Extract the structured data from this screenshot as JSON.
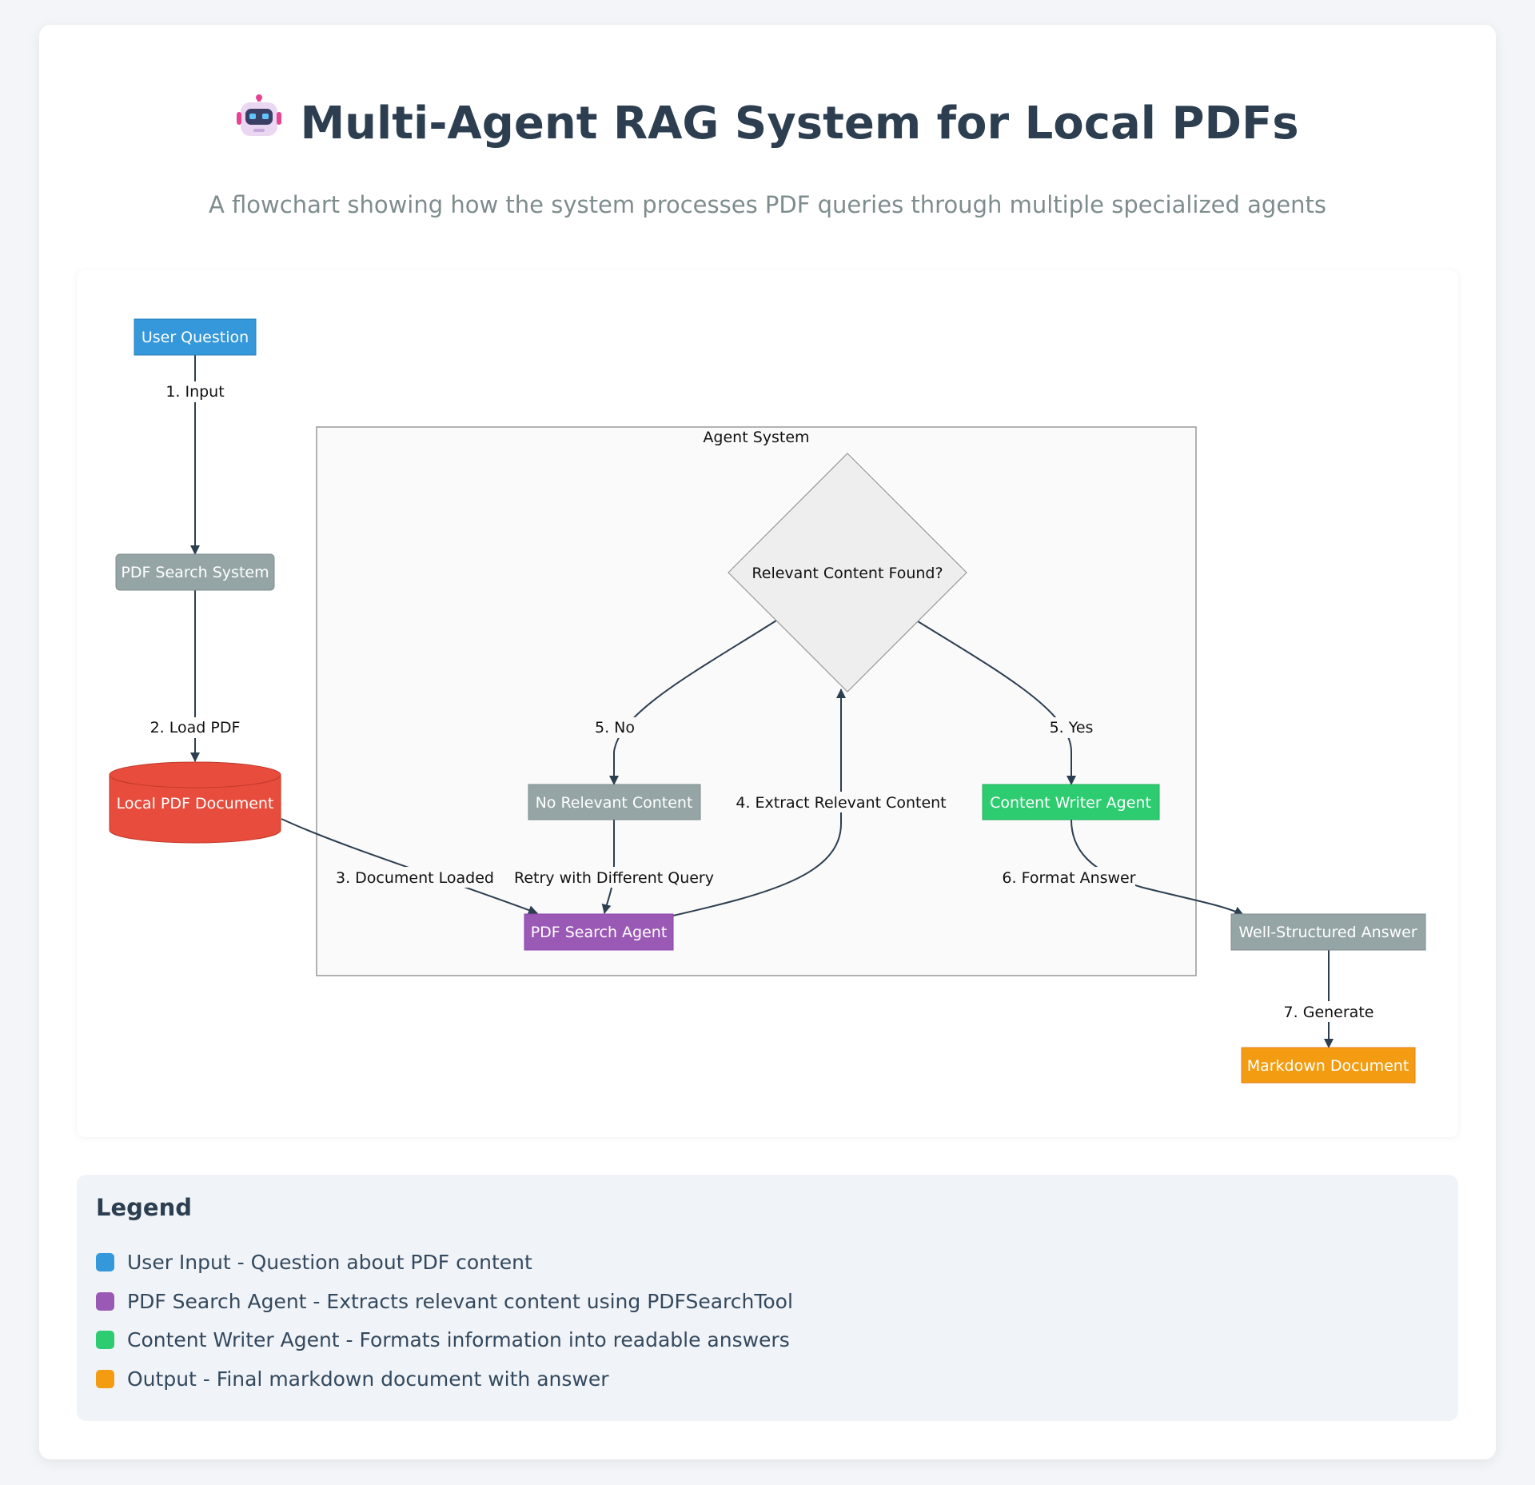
{
  "header": {
    "title": "Multi-Agent RAG System for Local PDFs",
    "subtitle": "A flowchart showing how the system processes PDF queries through multiple specialized agents",
    "icon": "robot-icon"
  },
  "diagram": {
    "subgraph_label": "Agent System",
    "nodes": {
      "user_question": "User Question",
      "pdf_search_system": "PDF Search System",
      "local_pdf": "Local PDF Document",
      "decision": "Relevant Content Found?",
      "no_relevant": "No Relevant Content",
      "content_writer": "Content Writer Agent",
      "pdf_search_agent": "PDF Search Agent",
      "well_structured": "Well-Structured Answer",
      "markdown_doc": "Markdown Document"
    },
    "edges": {
      "input": "1. Input",
      "load_pdf": "2. Load PDF",
      "doc_loaded": "3. Document Loaded",
      "extract": "4. Extract Relevant Content",
      "no": "5. No",
      "yes": "5. Yes",
      "retry": "Retry with Different Query",
      "format": "6. Format Answer",
      "generate": "7. Generate"
    },
    "colors": {
      "user": "#3498db",
      "system": "#95a5a6",
      "pdf_doc": "#e74c3c",
      "search_agent": "#9b59b6",
      "writer_agent": "#2ecc71",
      "output": "#f39c12",
      "decision": "#eeeeee",
      "edge": "#2c3e50"
    }
  },
  "legend": {
    "title": "Legend",
    "items": [
      {
        "text": "User Input - Question about PDF content",
        "color": "#3498db"
      },
      {
        "text": "PDF Search Agent - Extracts relevant content using PDFSearchTool",
        "color": "#9b59b6"
      },
      {
        "text": "Content Writer Agent - Formats information into readable answers",
        "color": "#2ecc71"
      },
      {
        "text": "Output - Final markdown document with answer",
        "color": "#f39c12"
      }
    ]
  }
}
